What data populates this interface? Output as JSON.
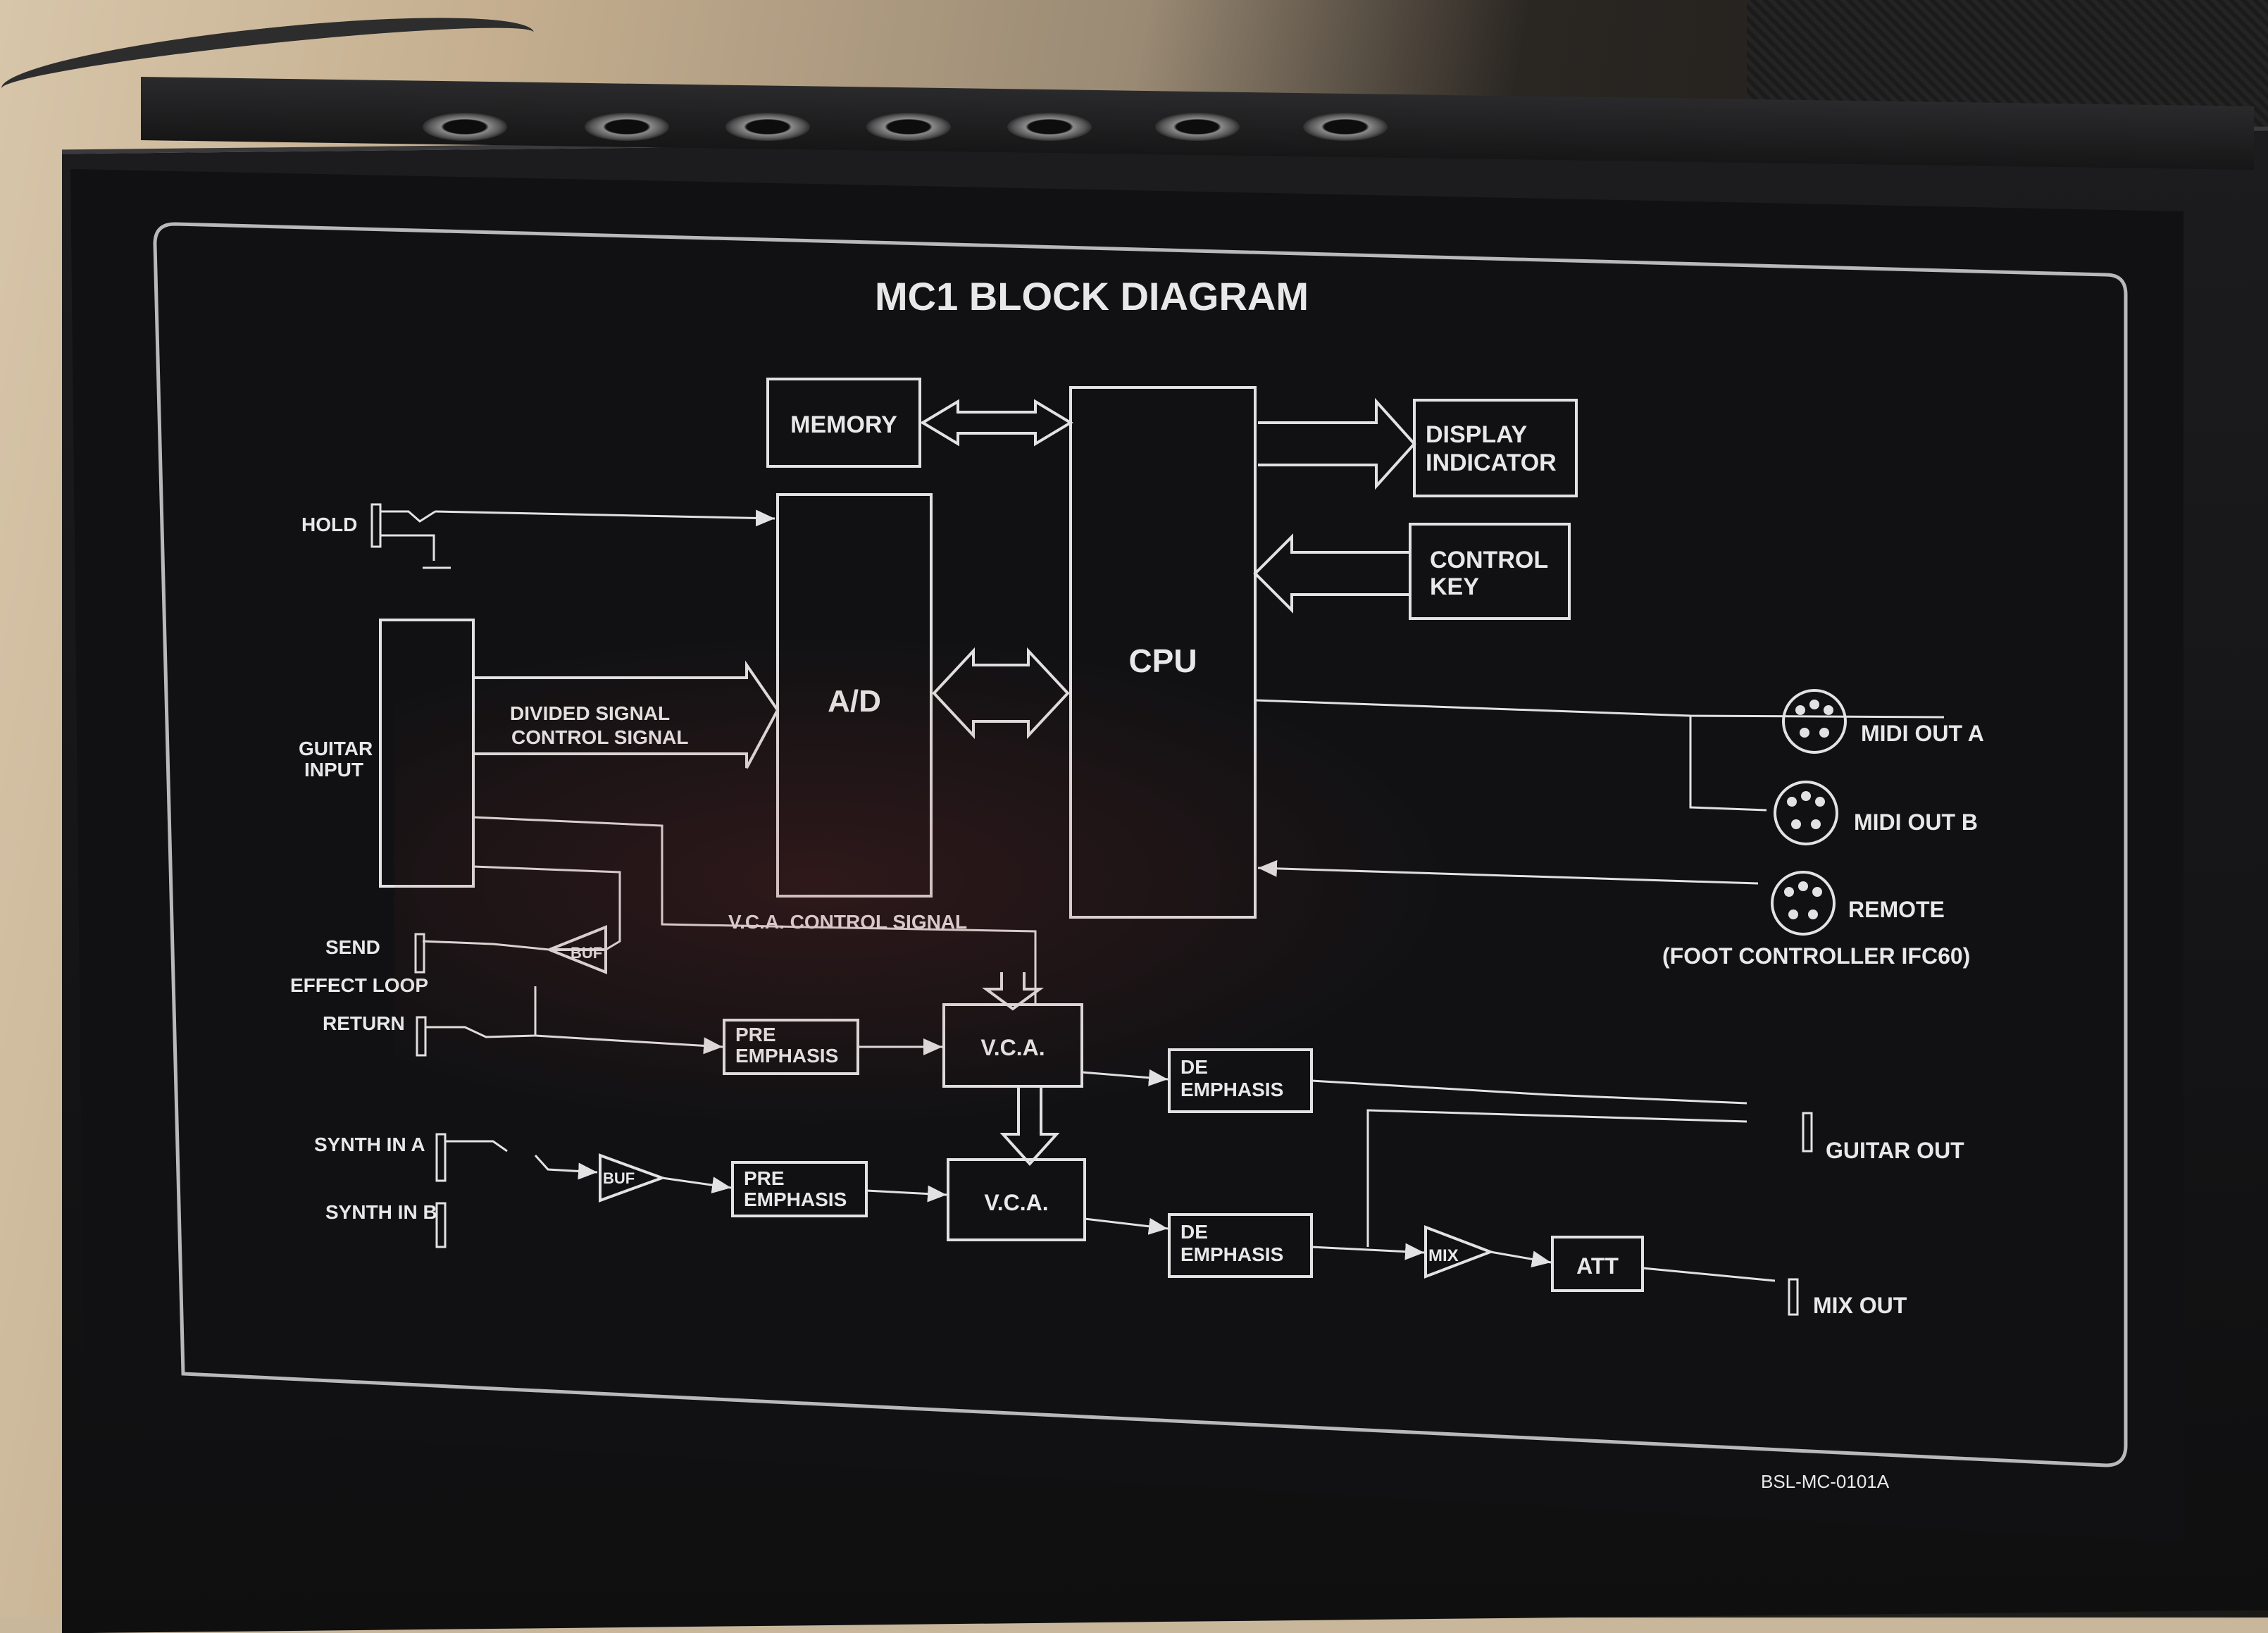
{
  "title": "MC1 BLOCK DIAGRAM",
  "part_number": "BSL-MC-0101A",
  "colors": {
    "line": "#e2e2e2",
    "panel": "#111113",
    "frame": "#b9b9b9"
  },
  "blocks": {
    "memory": "MEMORY",
    "display_line1": "DISPLAY",
    "display_line2": "INDICATOR",
    "control_line1": "CONTROL",
    "control_line2": "KEY",
    "cpu": "CPU",
    "ad": "A/D",
    "buf_send": "BUF",
    "buf_synth": "BUF",
    "pre_emphasis_1_line1": "PRE",
    "pre_emphasis_1_line2": "EMPHASIS",
    "pre_emphasis_2_line1": "PRE",
    "pre_emphasis_2_line2": "EMPHASIS",
    "vca_1": "V.C.A.",
    "vca_2": "V.C.A.",
    "de_emphasis_1_line1": "DE",
    "de_emphasis_1_line2": "EMPHASIS",
    "de_emphasis_2_line1": "DE",
    "de_emphasis_2_line2": "EMPHASIS",
    "mix": "MIX",
    "att": "ATT"
  },
  "labels": {
    "hold": "HOLD",
    "guitar_input_line1": "GUITAR",
    "guitar_input_line2": "INPUT",
    "divided_signal": "DIVIDED SIGNAL",
    "control_signal": "CONTROL SIGNAL",
    "vca_control_signal": "V.C.A. CONTROL SIGNAL",
    "send": "SEND",
    "effect_loop": "EFFECT LOOP",
    "return": "RETURN",
    "synth_in_a": "SYNTH IN A",
    "synth_in_b": "SYNTH IN B",
    "midi_out_a": "MIDI OUT A",
    "midi_out_b": "MIDI OUT B",
    "remote": "REMOTE",
    "foot_controller": "(FOOT CONTROLLER IFC60)",
    "guitar_out": "GUITAR OUT",
    "mix_out": "MIX OUT"
  }
}
